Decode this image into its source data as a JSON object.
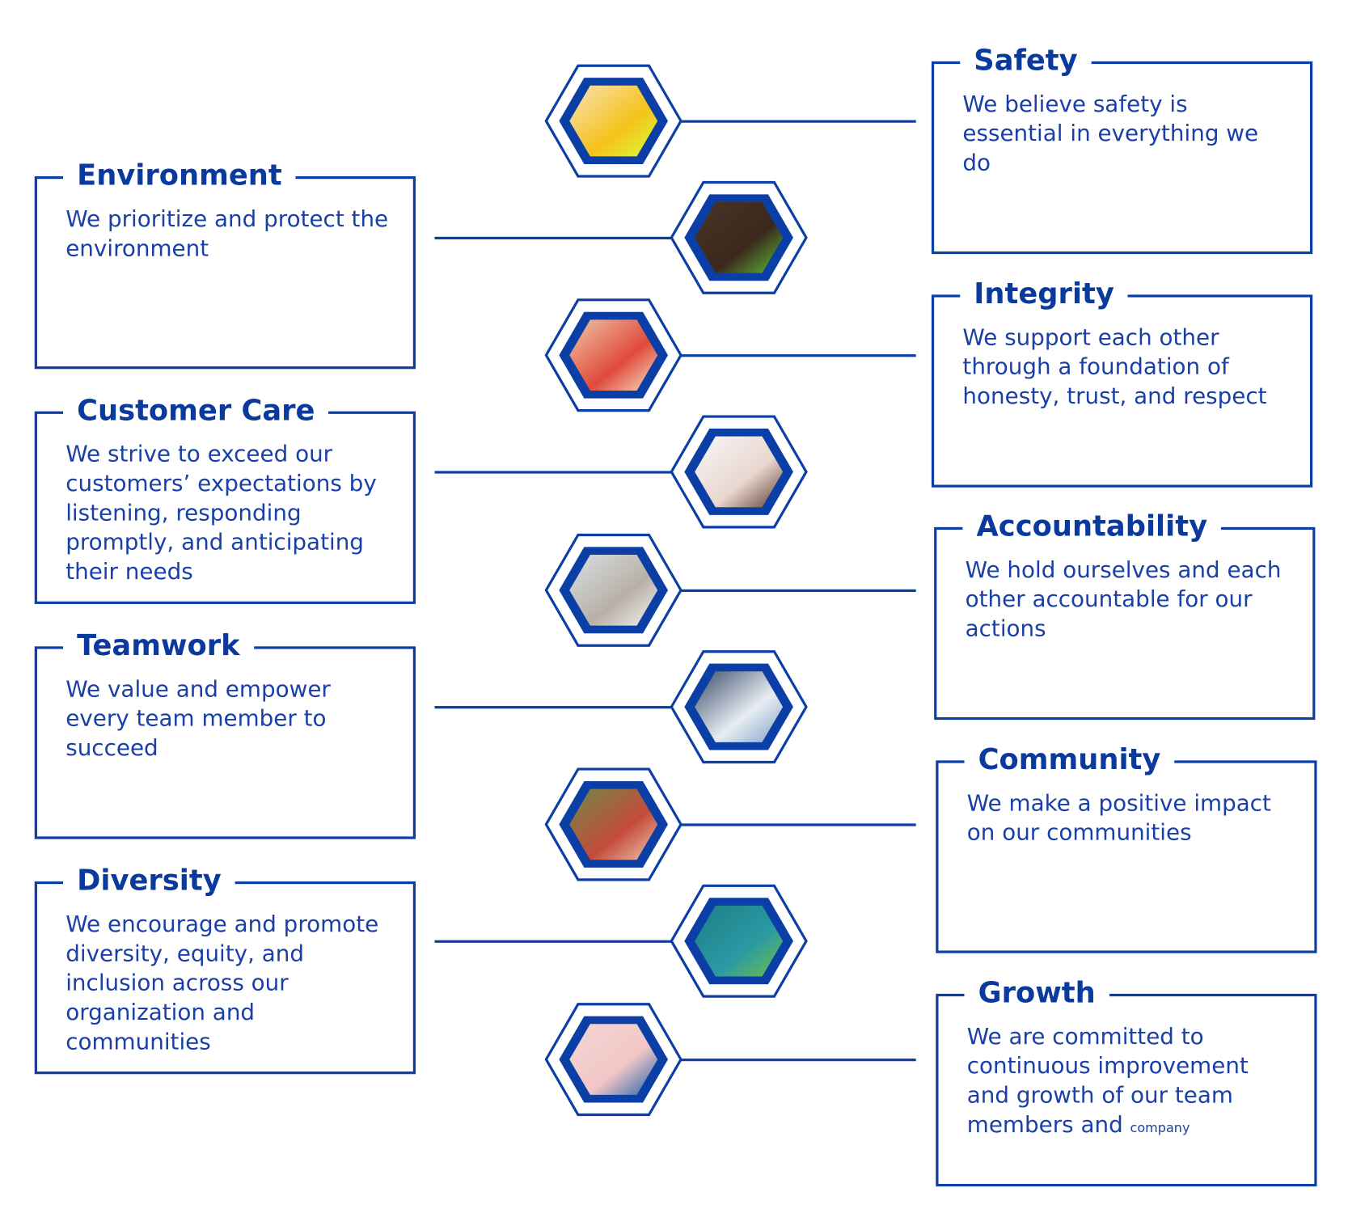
{
  "colors": {
    "accent": "#0b3fa6",
    "text": "#1a40a8"
  },
  "values": [
    {
      "title": "Safety",
      "desc": "We believe safety is essential in everything we do",
      "side": "right",
      "icon": "safety-gear-photo"
    },
    {
      "title": "Environment",
      "desc": "We prioritize and protect the environment",
      "side": "left",
      "icon": "plant-in-hands-photo"
    },
    {
      "title": "Integrity",
      "desc": "We support each other through a foundation of honesty, trust, and respect",
      "side": "right",
      "icon": "people-circle-photo"
    },
    {
      "title": "Customer Care",
      "desc": "We strive to exceed our customers’ expectations by listening, responding promptly, and anticipating their needs",
      "side": "left",
      "icon": "support-agent-photo"
    },
    {
      "title": "Accountability",
      "desc": "We hold ourselves and each other accountable for our actions",
      "side": "right",
      "icon": "documents-photo"
    },
    {
      "title": "Teamwork",
      "desc": "We value and empower every team member to succeed",
      "side": "left",
      "icon": "team-hands-photo"
    },
    {
      "title": "Community",
      "desc": "We make a positive impact on our communities",
      "side": "right",
      "icon": "family-photo"
    },
    {
      "title": "Diversity",
      "desc": "We encourage and promote diversity, equity, and inclusion across our organization and communities",
      "side": "left",
      "icon": "globe-people-photo"
    },
    {
      "title": "Growth",
      "desc": "We are committed to continuous improvement and growth of our team members and",
      "desc_small": "company",
      "side": "right",
      "icon": "growth-chart-photo"
    }
  ]
}
